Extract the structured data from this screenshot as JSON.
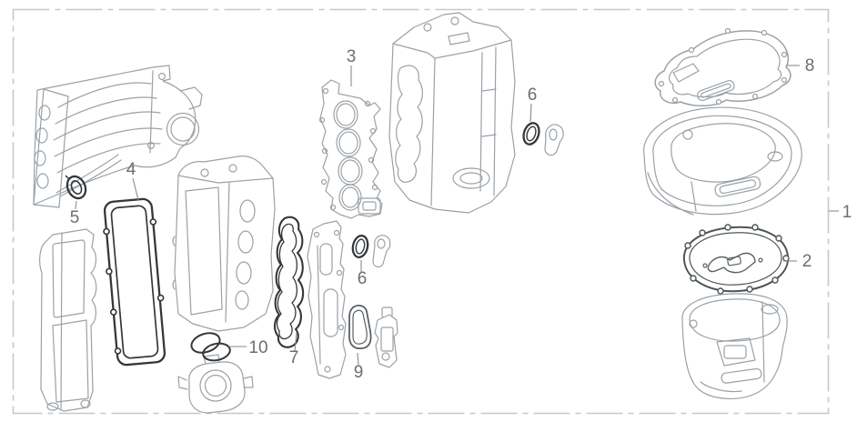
{
  "diagram": {
    "kind": "exploded-parts-diagram",
    "callouts": [
      {
        "label": "1"
      },
      {
        "label": "2"
      },
      {
        "label": "3"
      },
      {
        "label": "4"
      },
      {
        "label": "5"
      },
      {
        "label": "6"
      },
      {
        "label": "6"
      },
      {
        "label": "7"
      },
      {
        "label": "8"
      },
      {
        "label": "9"
      },
      {
        "label": "10"
      }
    ]
  },
  "colors": {
    "background": "#ffffff",
    "line_art": "#9aa1a7",
    "line_art_dark": "#34383b",
    "line_art_medium": "#5a6064",
    "callout_text": "#6e6e6e",
    "leader_line": "#8a8a8a",
    "border": "#c8c8c8"
  }
}
